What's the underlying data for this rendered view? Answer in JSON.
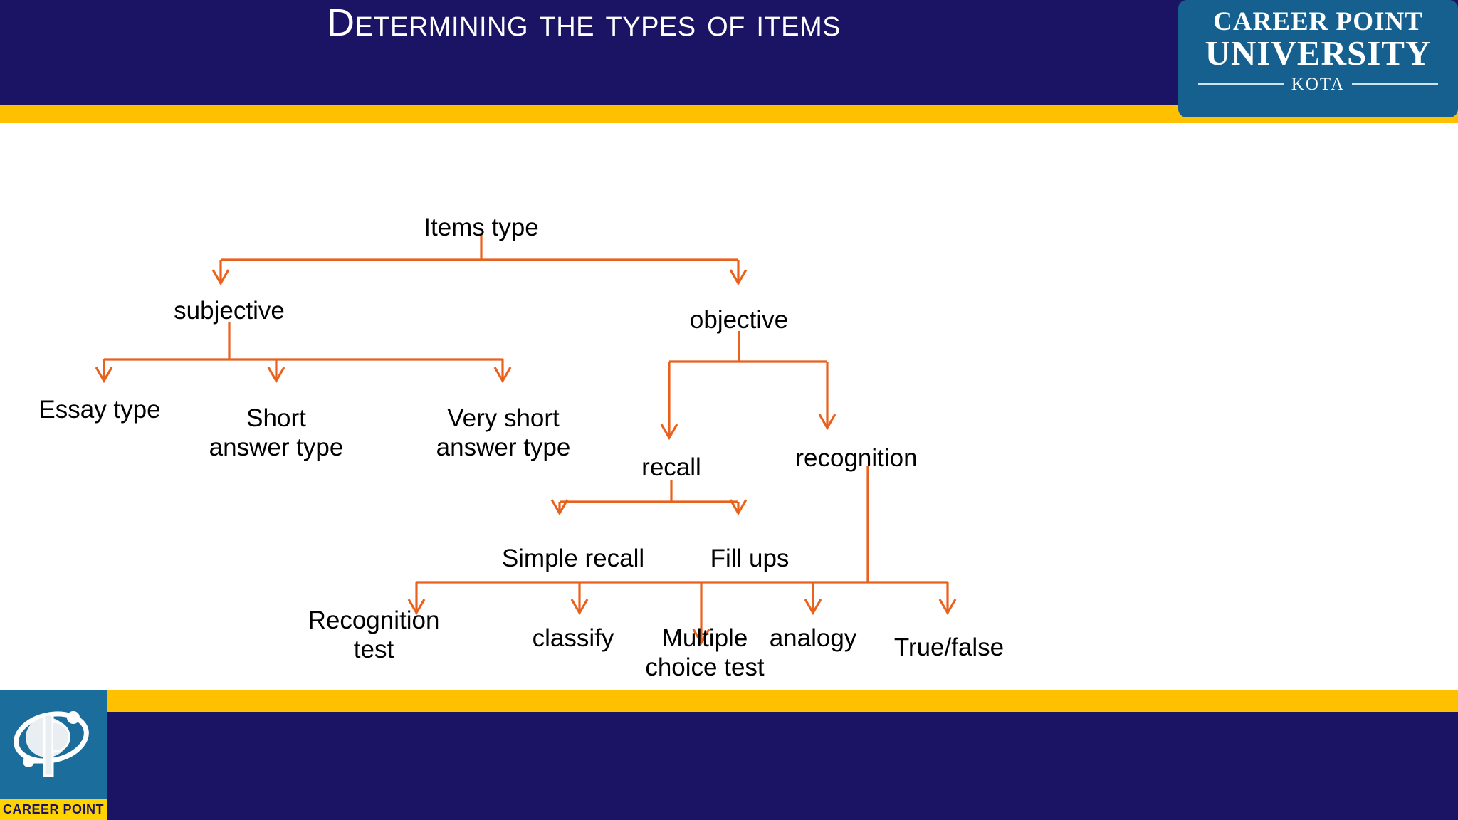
{
  "slide": {
    "title": "Determining the types of  items",
    "background": "#ffffff",
    "colors": {
      "header_navy": "#1b1464",
      "accent_yellow": "#ffc000",
      "connector_orange": "#e8621e",
      "logo_teal": "#16608f",
      "text_black": "#000000"
    }
  },
  "university_logo": {
    "line1": "CAREER POINT",
    "line2": "UNIVERSITY",
    "line3": "KOTA"
  },
  "footer_logo": {
    "caption": "CAREER POINT",
    "mark": "cp-monogram-icon"
  },
  "chart_data": {
    "type": "diagram",
    "title": "Determining the types of  items",
    "orientation": "top-down tree",
    "edge_color": "#e8621e",
    "nodes": [
      {
        "id": "items_type",
        "label": "Items type",
        "level": 0
      },
      {
        "id": "subjective",
        "label": "subjective",
        "level": 1
      },
      {
        "id": "objective",
        "label": "objective",
        "level": 1
      },
      {
        "id": "essay_type",
        "label": "Essay type",
        "level": 2
      },
      {
        "id": "short_answer",
        "label": "Short\nanswer type",
        "level": 2
      },
      {
        "id": "very_short",
        "label": "Very short\nanswer type",
        "level": 2
      },
      {
        "id": "recall",
        "label": "recall",
        "level": 2
      },
      {
        "id": "recognition",
        "label": "recognition",
        "level": 2
      },
      {
        "id": "simple_recall",
        "label": "Simple recall",
        "level": 3
      },
      {
        "id": "fill_ups",
        "label": "Fill ups",
        "level": 3
      },
      {
        "id": "recognition_test",
        "label": "Recognition\ntest",
        "level": 4
      },
      {
        "id": "classify",
        "label": "classify",
        "level": 4
      },
      {
        "id": "multiple_choice",
        "label": "Multiple\nchoice test",
        "level": 4
      },
      {
        "id": "analogy",
        "label": "analogy",
        "level": 4
      },
      {
        "id": "true_false",
        "label": "True/false",
        "level": 4
      }
    ],
    "edges": [
      {
        "from": "items_type",
        "to": "subjective"
      },
      {
        "from": "items_type",
        "to": "objective"
      },
      {
        "from": "subjective",
        "to": "essay_type"
      },
      {
        "from": "subjective",
        "to": "short_answer"
      },
      {
        "from": "subjective",
        "to": "very_short"
      },
      {
        "from": "objective",
        "to": "recall"
      },
      {
        "from": "objective",
        "to": "recognition"
      },
      {
        "from": "recall",
        "to": "simple_recall"
      },
      {
        "from": "recall",
        "to": "fill_ups"
      },
      {
        "from": "recognition",
        "to": "recognition_test"
      },
      {
        "from": "recognition",
        "to": "classify"
      },
      {
        "from": "recognition",
        "to": "multiple_choice"
      },
      {
        "from": "recognition",
        "to": "analogy"
      },
      {
        "from": "recognition",
        "to": "true_false"
      }
    ]
  }
}
